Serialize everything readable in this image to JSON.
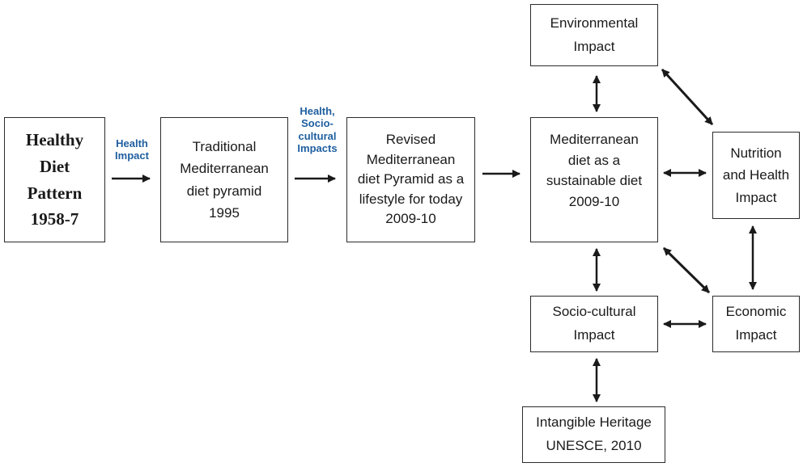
{
  "nodes": {
    "healthy_diet": {
      "lines": [
        "Healthy",
        "Diet",
        "Pattern",
        "1958-7"
      ]
    },
    "traditional_pyramid": {
      "lines": [
        "Traditional",
        "Mediterranean",
        "diet pyramid",
        "1995"
      ]
    },
    "revised_pyramid": {
      "lines": [
        "Revised",
        "Mediterranean",
        "diet Pyramid as a",
        "lifestyle for today",
        "2009-10"
      ]
    },
    "sustainable_diet": {
      "lines": [
        "Mediterranean",
        "diet as a",
        "sustainable diet",
        "2009-10"
      ]
    },
    "environmental": {
      "lines": [
        "Environmental",
        "Impact"
      ]
    },
    "nutrition_health": {
      "lines": [
        "Nutrition",
        "and Health",
        "Impact"
      ]
    },
    "economic": {
      "lines": [
        "Economic",
        "Impact"
      ]
    },
    "sociocultural": {
      "lines": [
        "Socio-cultural",
        "Impact"
      ]
    },
    "heritage": {
      "lines": [
        "Intangible Heritage",
        "UNESCE, 2010"
      ]
    }
  },
  "edge_labels": {
    "health_impact": [
      "Health",
      "Impact"
    ],
    "health_sociocultural": [
      "Health,",
      "Socio-",
      "cultural",
      "Impacts"
    ]
  },
  "colors": {
    "edge_label": "#1f5fa0",
    "line": "#1a1a1a"
  }
}
